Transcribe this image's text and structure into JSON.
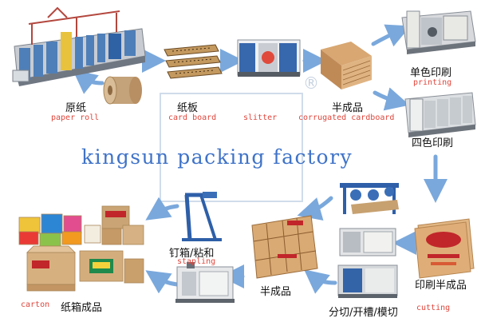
{
  "title": "kingsun packing factory",
  "watermark": "®",
  "steps": {
    "paper_roll": {
      "cn": "原纸",
      "en": "paper roll"
    },
    "card_board": {
      "cn": "纸板",
      "en": "card board"
    },
    "slitter": {
      "en": "slitter"
    },
    "corrugated": {
      "cn": "半成品",
      "en": "corrugated cardboard"
    },
    "mono_print": {
      "cn": "单色印刷",
      "en": "printing"
    },
    "four_color": {
      "cn": "四色印刷"
    },
    "printed_semi": {
      "cn": "印刷半成品"
    },
    "cutting": {
      "cn": "分切/开槽/模切",
      "en": "cutting"
    },
    "semi2": {
      "cn": "半成品"
    },
    "stapling": {
      "cn": "钉箱/粘和",
      "en": "stapling"
    },
    "carton": {
      "cn": "纸箱成品",
      "en": "carton"
    }
  },
  "colors": {
    "arrow": "#7aa8dc",
    "title": "#3f73c8",
    "english_label": "#e0463c"
  }
}
